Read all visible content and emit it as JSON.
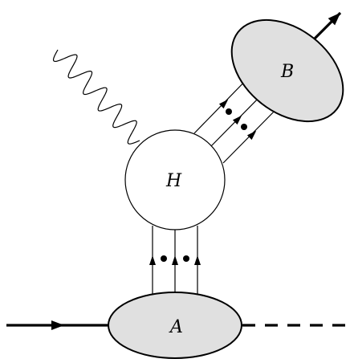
{
  "diagram": {
    "blobs": {
      "hard": {
        "label": "H"
      },
      "initial": {
        "label": "A"
      },
      "final": {
        "label": "B"
      }
    },
    "colors": {
      "blob_fill": "#e0e0e0",
      "hard_fill": "#ffffff",
      "stroke": "#000000"
    }
  }
}
